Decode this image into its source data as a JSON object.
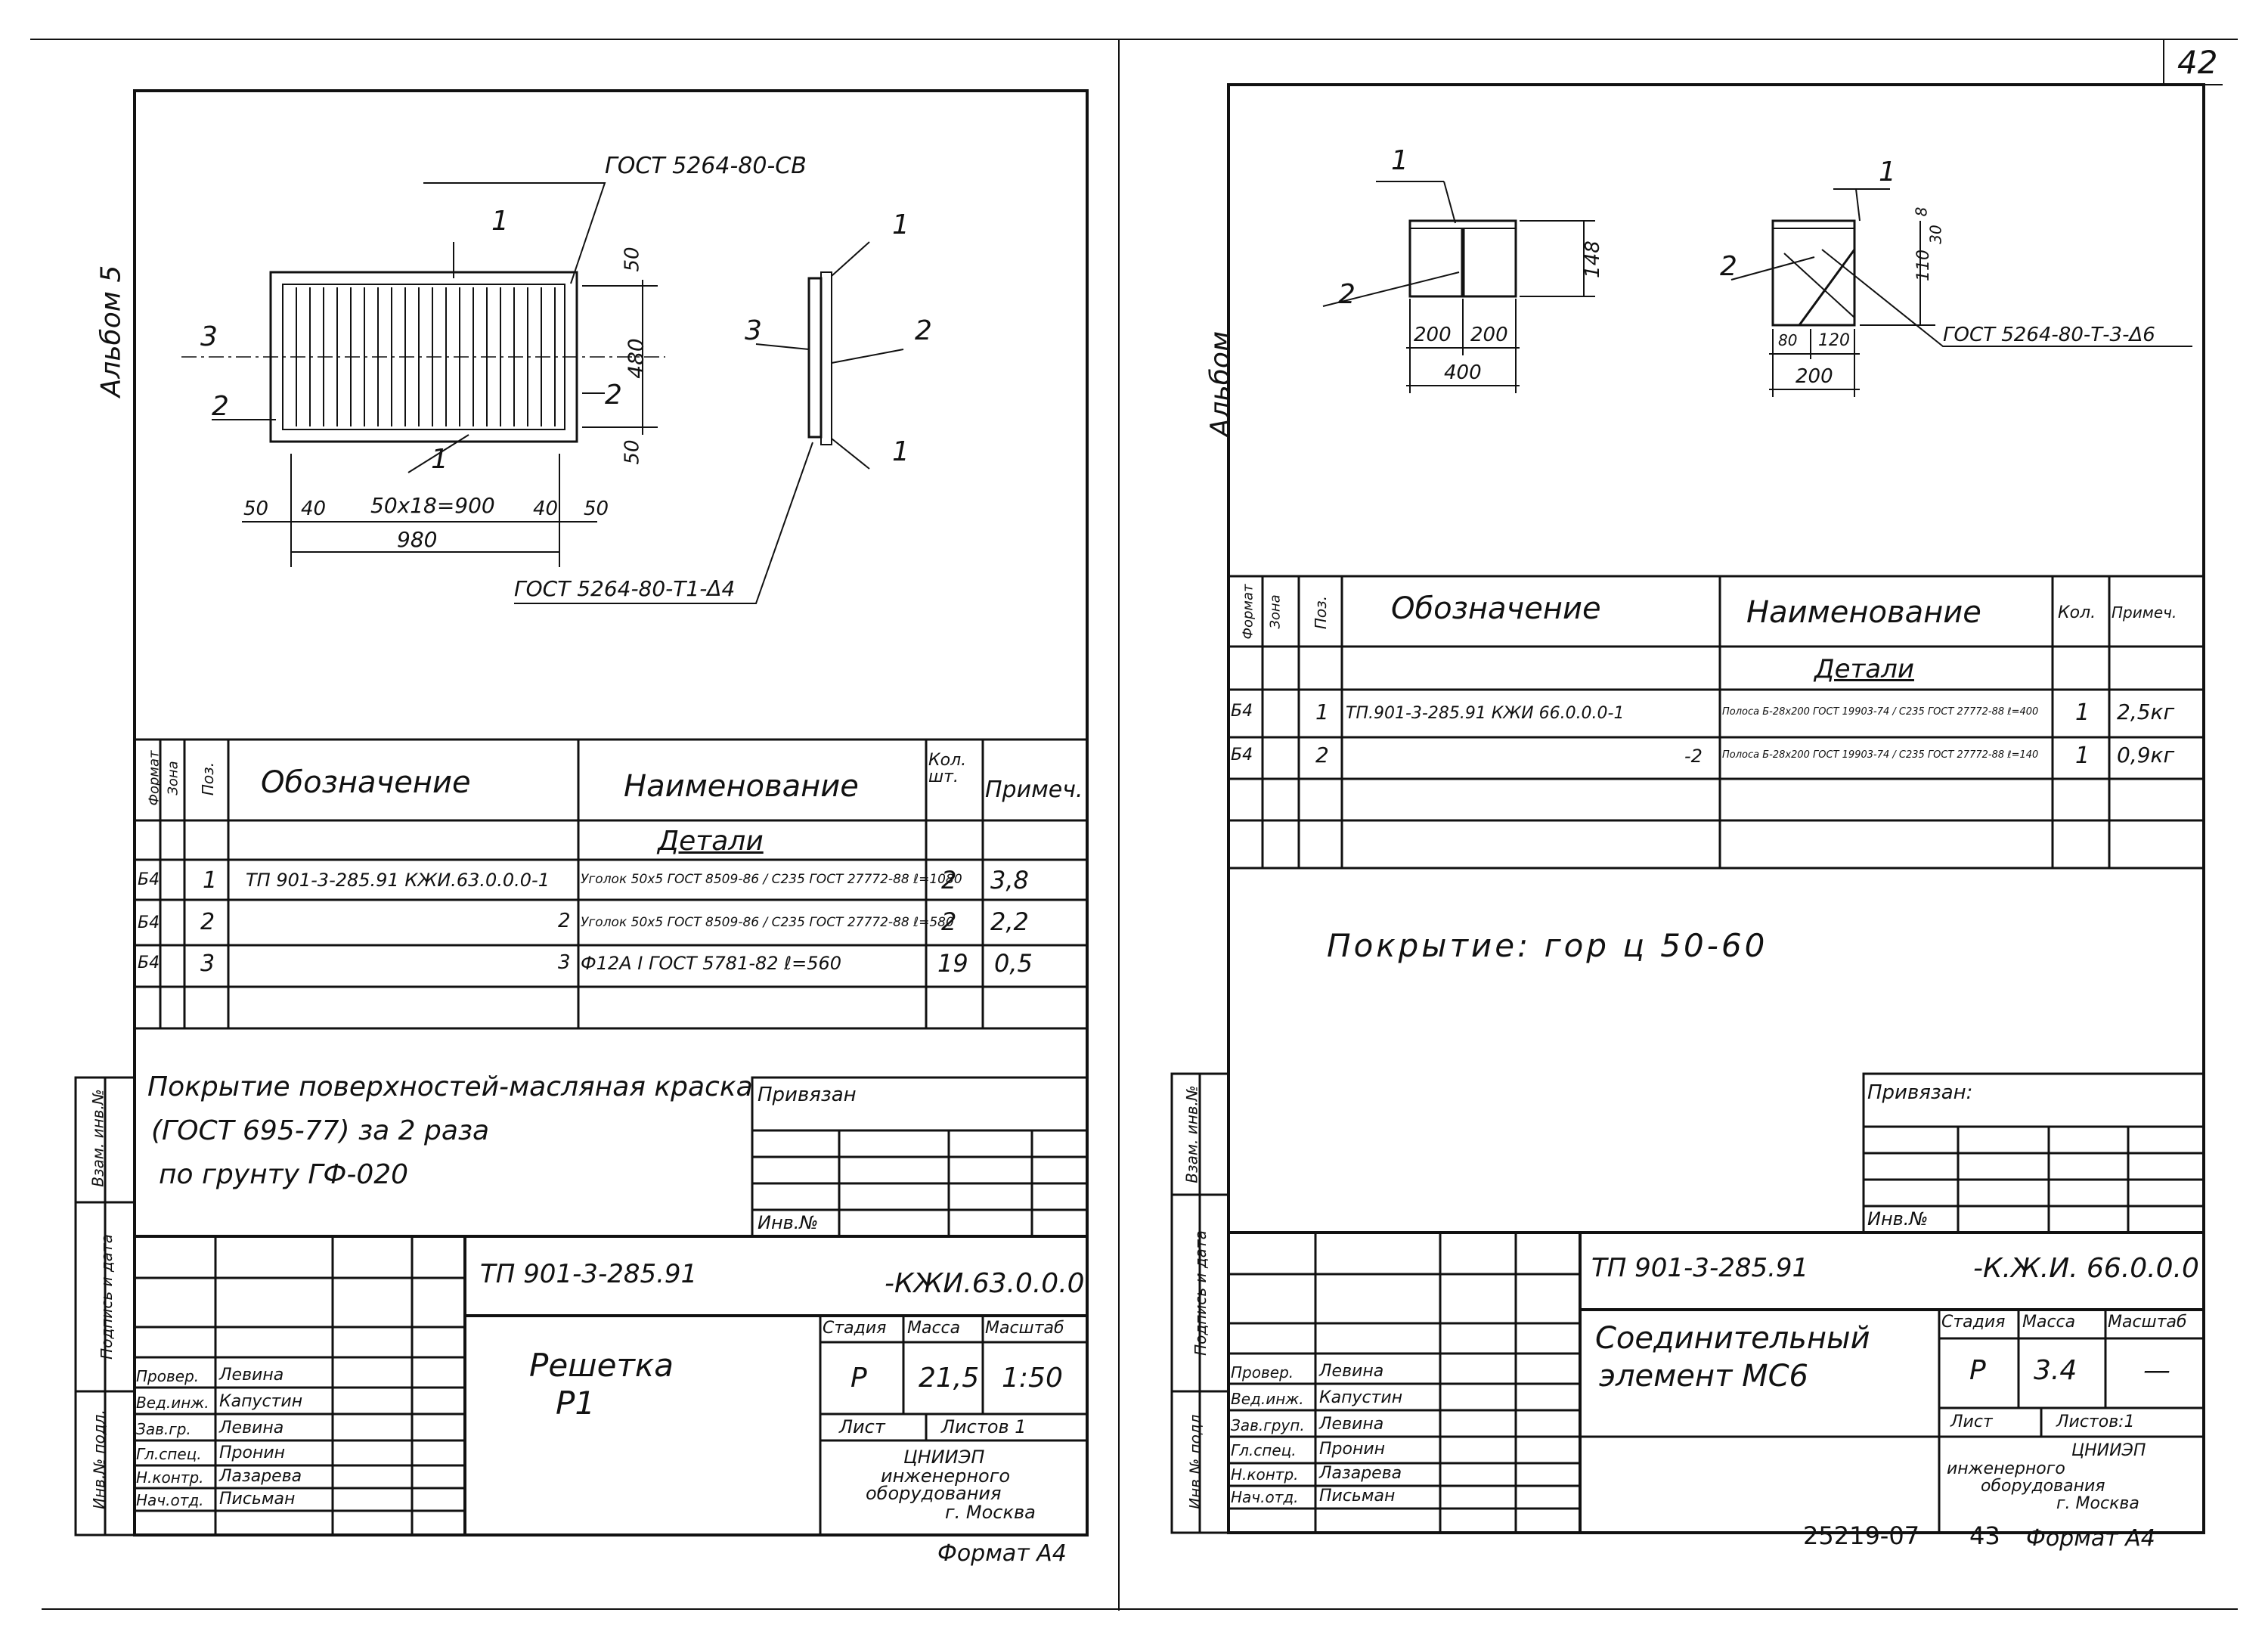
{
  "page_number": "42",
  "bottom_codes": [
    "25219-07",
    "43"
  ],
  "left_sheet": {
    "album": "Альбом 5",
    "drawing": {
      "gost_weld_top": "ГОСТ 5264-80-СВ",
      "gost_weld_bottom": "ГОСТ 5264-80-Т1-Δ4",
      "pos": [
        "1",
        "2",
        "3",
        "1",
        "1",
        "2",
        "3",
        "1"
      ],
      "dims_h": [
        "50",
        "40",
        "50x18=900",
        "40",
        "50",
        "980"
      ],
      "dims_v": [
        "50",
        "480",
        "50"
      ]
    },
    "table": {
      "headers": {
        "format": "Формат",
        "zone": "Зона",
        "pos": "Поз.",
        "designation": "Обозначение",
        "name": "Наименование",
        "qty": "Кол. шт.",
        "note": "Примеч."
      },
      "section": "Детали",
      "rows": [
        {
          "format": "Б4",
          "pos": "1",
          "designation": "ТП 901-3-285.91   КЖИ.63.0.0.0-1",
          "name": "Уголок 50х5 ГОСТ 8509-86 / С235 ГОСТ 27772-88  ℓ=1080",
          "qty": "2",
          "note": "3,8"
        },
        {
          "format": "Б4",
          "pos": "2",
          "designation": "2",
          "name": "Уголок 50х5 ГОСТ 8509-86 / С235 ГОСТ 27772-88  ℓ=580",
          "qty": "2",
          "note": "2,2"
        },
        {
          "format": "Б4",
          "pos": "3",
          "designation": "3",
          "name": "Ф12А I ГОСТ 5781-82  ℓ=560",
          "qty": "19",
          "note": "0,5"
        }
      ]
    },
    "coating": [
      "Покрытие поверхностей-масляная краска",
      "(ГОСТ 695-77) за 2 раза",
      "по грунту ГФ-020"
    ],
    "attached": "Привязан",
    "inv_no": "Инв.№",
    "side_labels": [
      "Инв.№ подл.",
      "Подпись и дата",
      "Взам. инв.№"
    ],
    "code": "ТП 901-3-285.91",
    "code_suffix": "-КЖИ.63.0.0.0",
    "title": [
      "Решетка",
      "Р1"
    ],
    "stamp": {
      "stage_h": "Стадия",
      "mass_h": "Масса",
      "scale_h": "Масштаб",
      "stage": "Р",
      "mass": "21,5",
      "scale": "1:50",
      "sheet": "Лист",
      "sheets": "Листов 1"
    },
    "org": [
      "ЦНИИЭП",
      "инженерного",
      "оборудования",
      "г. Москва"
    ],
    "signers": [
      {
        "role": "Провер.",
        "name": "Левина"
      },
      {
        "role": "Вед.инж.",
        "name": "Капустин"
      },
      {
        "role": "Зав.гр.",
        "name": "Левина"
      },
      {
        "role": "Гл.спец.",
        "name": "Пронин"
      },
      {
        "role": "Н.контр.",
        "name": "Лазарева"
      },
      {
        "role": "Нач.отд.",
        "name": "Письман"
      }
    ],
    "format": "Формат А4"
  },
  "right_sheet": {
    "album": "Альбом",
    "drawing": {
      "gost_weld": "ГОСТ 5264-80-Т-3-Δ6",
      "pos": [
        "1",
        "2",
        "1",
        "2"
      ],
      "dims": [
        "148",
        "200",
        "200",
        "400",
        "110",
        "30",
        "8",
        "80",
        "120",
        "200"
      ]
    },
    "table": {
      "headers": {
        "format": "Формат",
        "zone": "Зона",
        "pos": "Поз.",
        "designation": "Обозначение",
        "name": "Наименование",
        "qty": "Кол.",
        "note": "Примеч."
      },
      "section": "Детали",
      "rows": [
        {
          "format": "Б4",
          "pos": "1",
          "designation": "ТП.901-3-285.91   КЖИ 66.0.0.0-1",
          "name": "Полоса Б-28х200 ГОСТ 19903-74 / С235 ГОСТ 27772-88  ℓ=400",
          "qty": "1",
          "note": "2,5кг"
        },
        {
          "format": "Б4",
          "pos": "2",
          "designation": "-2",
          "name": "Полоса Б-28х200 ГОСТ 19903-74 / С235 ГОСТ 27772-88  ℓ=140",
          "qty": "1",
          "note": "0,9кг"
        }
      ]
    },
    "coating": "Покрытие:  гор ц 50-60",
    "attached": "Привязан:",
    "inv_no": "Инв.№",
    "side_labels": [
      "Инв.№ подл.",
      "Подпись и дата",
      "Взам. инв.№"
    ],
    "code": "ТП 901-3-285.91",
    "code_suffix": "-К.Ж.И. 66.0.0.0",
    "title": [
      "Соединительный",
      "элемент МС6"
    ],
    "stamp": {
      "stage_h": "Стадия",
      "mass_h": "Масса",
      "scale_h": "Масштаб",
      "stage": "Р",
      "mass": "3.4",
      "scale": "—",
      "sheet": "Лист",
      "sheets": "Листов:1"
    },
    "org": [
      "ЦНИИЭП",
      "инженерного",
      "оборудования",
      "г. Москва"
    ],
    "signers": [
      {
        "role": "Провер.",
        "name": "Левина"
      },
      {
        "role": "Вед.инж.",
        "name": "Капустин"
      },
      {
        "role": "Зав.груп.",
        "name": "Левина"
      },
      {
        "role": "Гл.спец.",
        "name": "Пронин"
      },
      {
        "role": "Н.контр.",
        "name": "Лазарева"
      },
      {
        "role": "Нач.отд.",
        "name": "Письман"
      }
    ],
    "format": "Формат А4"
  }
}
